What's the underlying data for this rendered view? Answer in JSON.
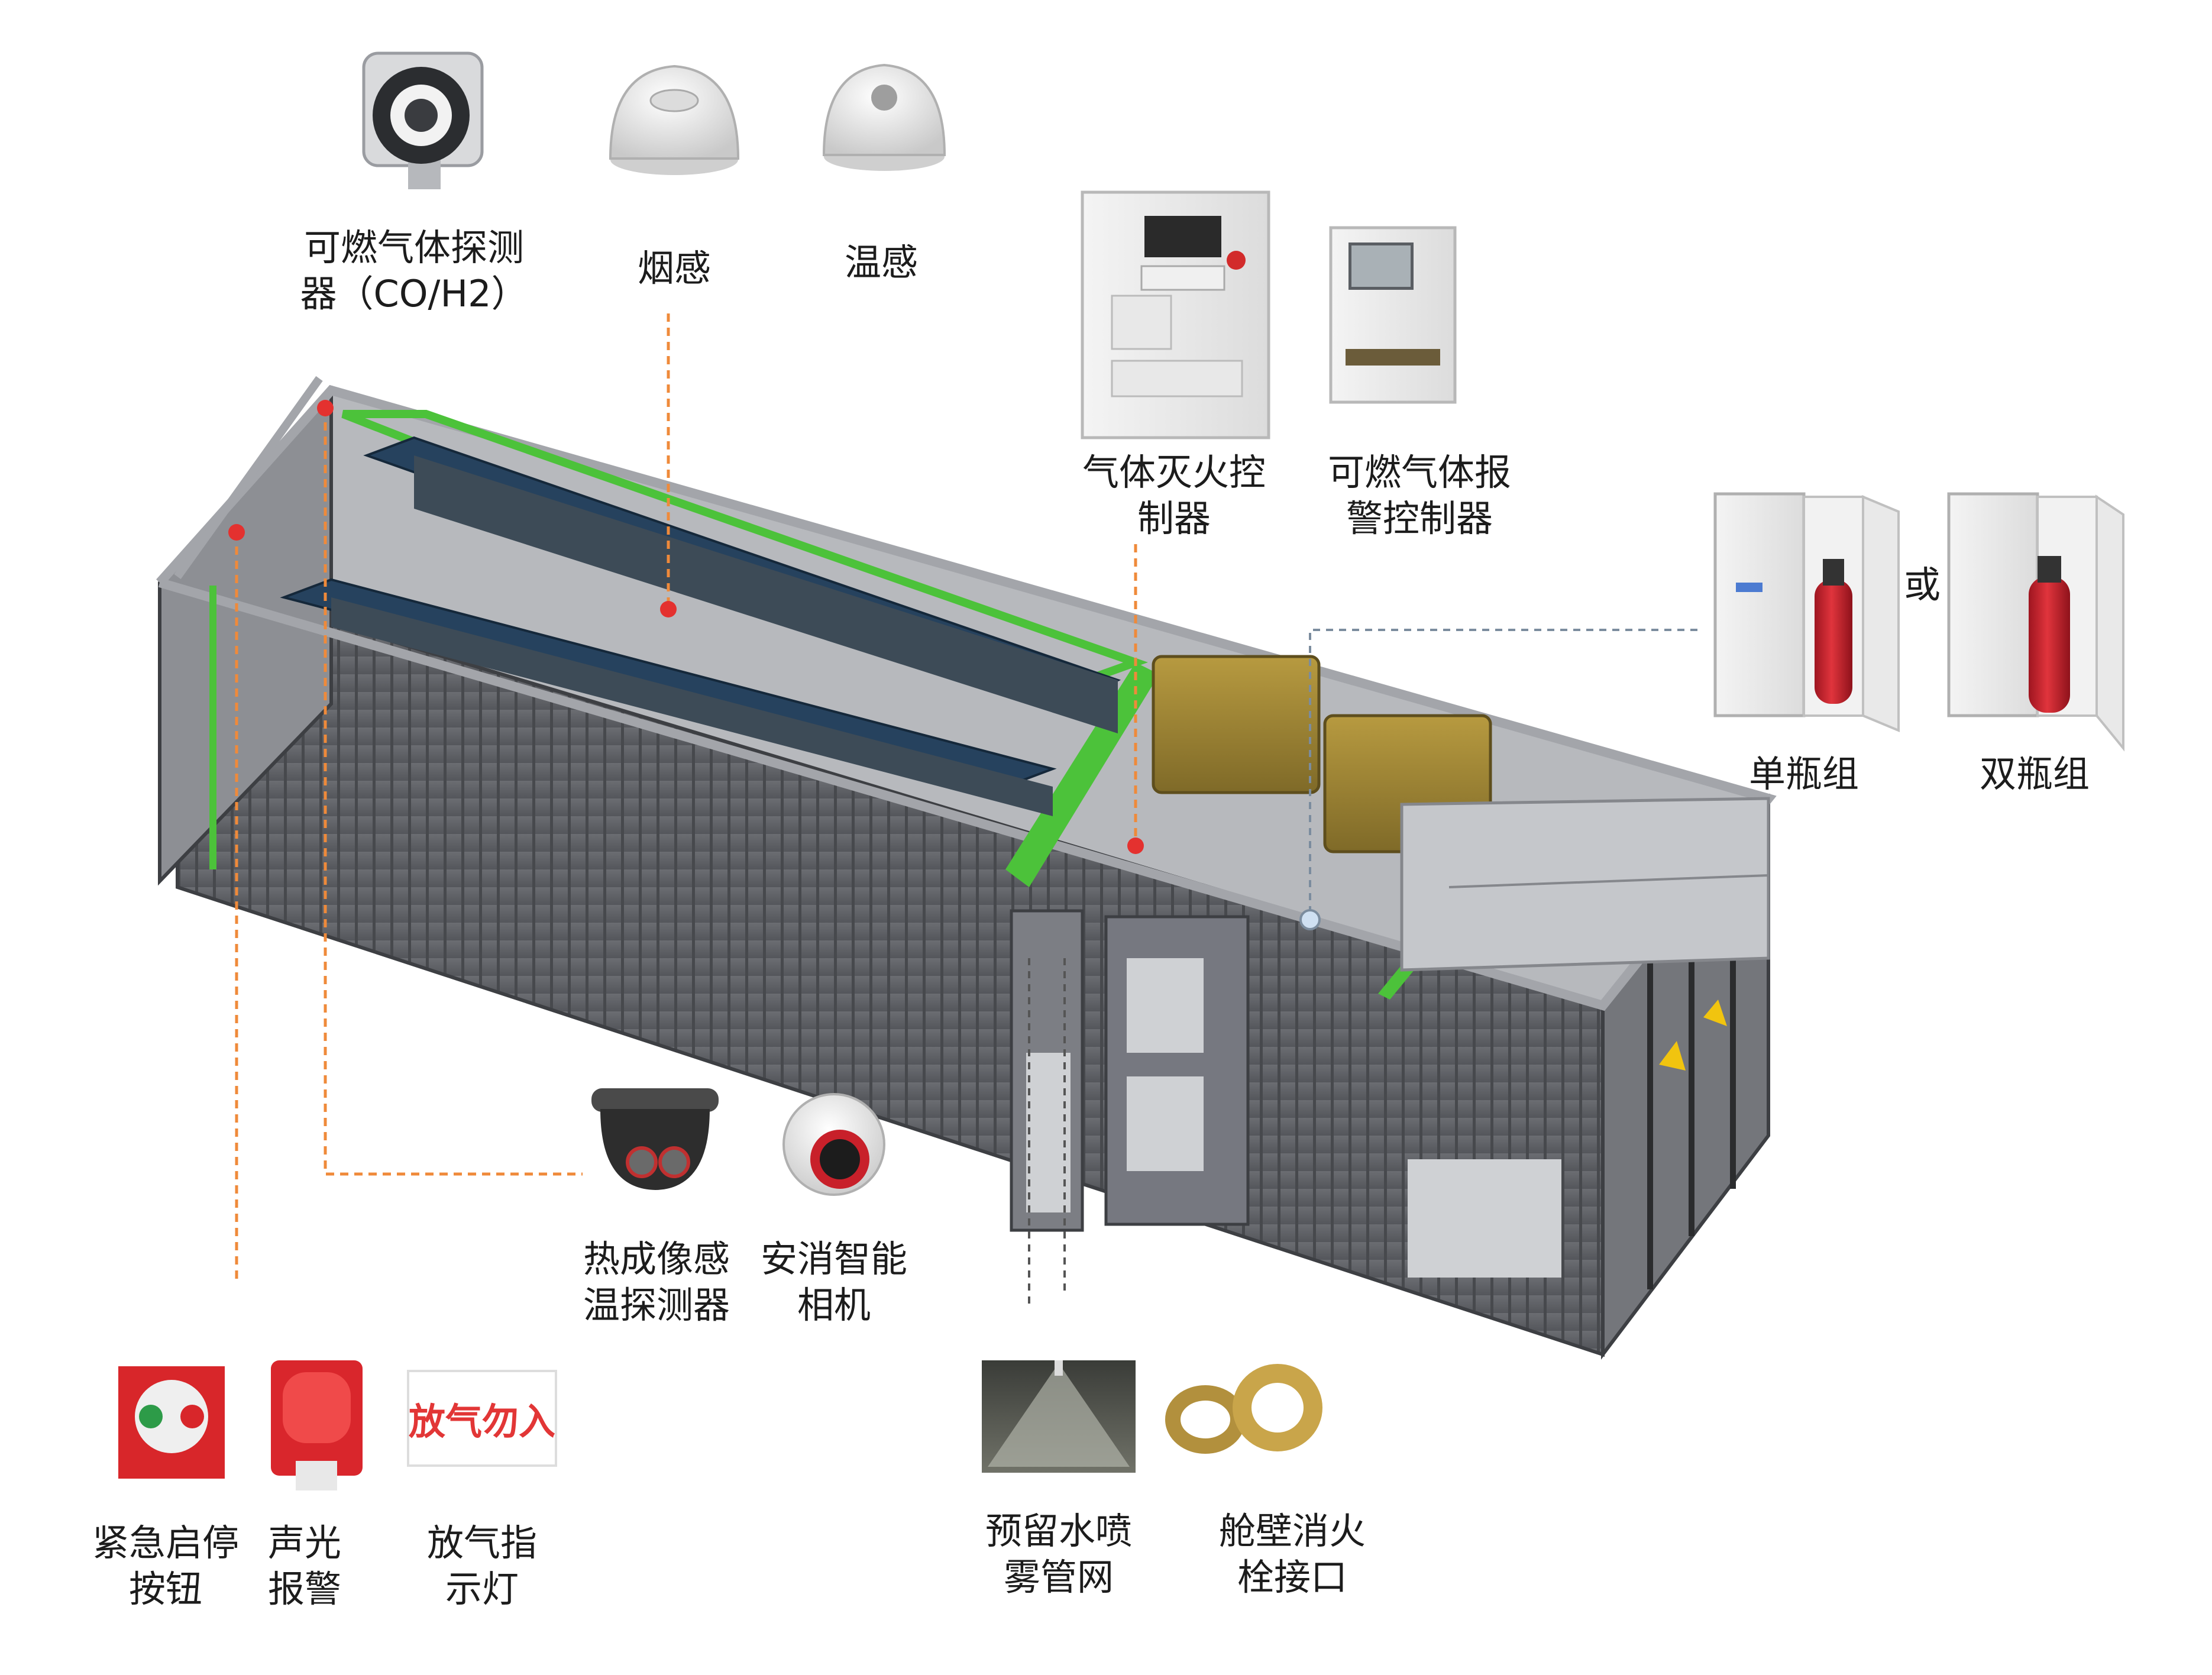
{
  "colors": {
    "container_body": "#5f6166",
    "container_frame": "#9a9ca1",
    "accent_green": "#4cc23a",
    "battery_rack": "#26425e",
    "leader_orange": "#ef8a3a",
    "leader_gray": "#7b8c9e",
    "alarm_red": "#e4312f",
    "cylinder_red": "#c8202a",
    "transformer_gold": "#9c8232"
  },
  "labels": {
    "gas_detector": [
      "可燃气体探测",
      "器（CO/H2）"
    ],
    "smoke_sensor": [
      "烟感"
    ],
    "temperature_sensor": [
      "温感"
    ],
    "gas_extinguish_controller": [
      "气体灭火控",
      "制器"
    ],
    "gas_alarm_controller": [
      "可燃气体报",
      "警控制器"
    ],
    "single_cylinder": [
      "单瓶组"
    ],
    "or_text": [
      "或"
    ],
    "double_cylinder": [
      "双瓶组"
    ],
    "thermal_camera": [
      "热成像感",
      "温探测器"
    ],
    "smart_camera": [
      "安消智能",
      "相机"
    ],
    "emergency_button": [
      "紧急启停",
      "按钮"
    ],
    "sound_light_alarm": [
      "声光",
      "报警"
    ],
    "release_indicator": [
      "放气指",
      "示灯"
    ],
    "water_mist": [
      "预留水喷",
      "雾管网"
    ],
    "hydrant_interface": [
      "舱壁消火",
      "栓接口"
    ]
  },
  "signage": {
    "release_sign_text": "放气勿入"
  },
  "icons": [
    "gas-detector-icon",
    "smoke-detector-icon",
    "heat-detector-icon",
    "gas-extinguishing-controller-icon",
    "gas-alarm-controller-icon",
    "single-cylinder-cabinet-icon",
    "double-cylinder-cabinet-icon",
    "thermal-dome-camera-icon",
    "smart-dome-camera-icon",
    "emergency-stop-button-icon",
    "sound-light-alarm-icon",
    "release-indicator-sign-icon",
    "water-mist-nozzle-icon",
    "hydrant-coupling-icon",
    "container-cutaway-icon"
  ]
}
